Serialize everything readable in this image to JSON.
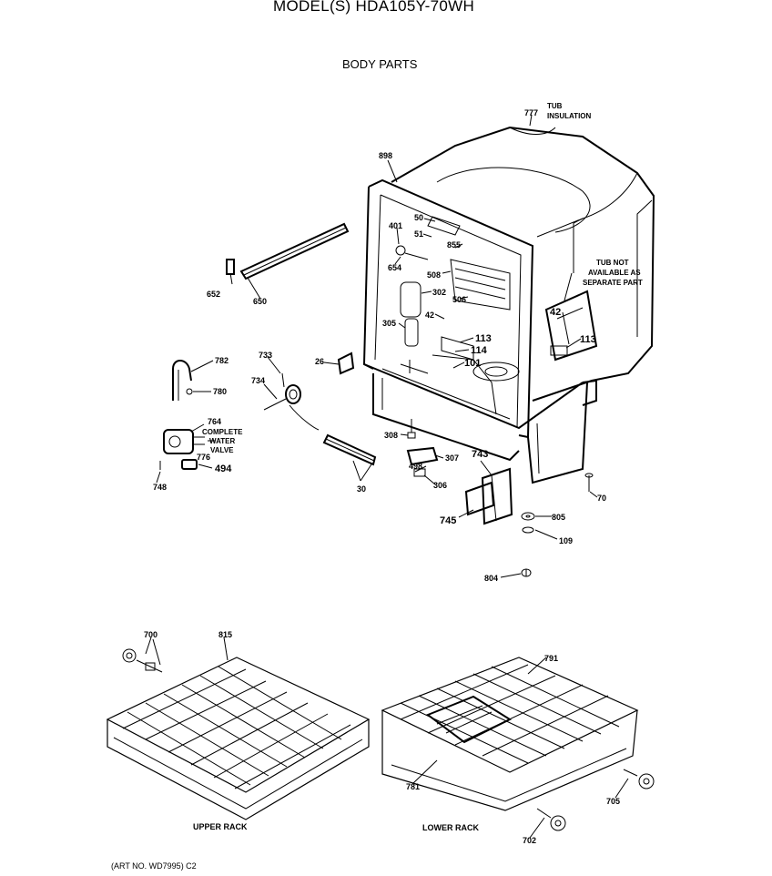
{
  "header": {
    "title": "MODEL(S) HDA105Y-70WH",
    "subtitle": "BODY PARTS"
  },
  "footer": {
    "art_no": "(ART NO. WD7995) C2"
  },
  "callouts": {
    "c777": "777",
    "tub_insulation_1": "TUB",
    "tub_insulation_2": "INSULATION",
    "c898": "898",
    "c50": "50",
    "c51": "51",
    "c401": "401",
    "c855": "855",
    "c654": "654",
    "c508a": "508",
    "c302": "302",
    "c506": "506",
    "c42a": "42",
    "c305": "305",
    "c113a": "113",
    "c114": "114",
    "c101": "101",
    "c42b": "42",
    "c113b": "113",
    "tub_not_1": "TUB NOT",
    "tub_not_2": "AVAILABLE AS",
    "tub_not_3": "SEPARATE PART",
    "c652": "652",
    "c650": "650",
    "c782": "782",
    "c780": "780",
    "c733": "733",
    "c734": "734",
    "c26": "26",
    "c764": "764",
    "cwv_1": "COMPLETE",
    "cwv_2": "WATER",
    "cwv_3": "VALVE",
    "c776": "776",
    "c494": "494",
    "c748": "748",
    "c30": "30",
    "c308": "308",
    "c307": "307",
    "c498": "498",
    "c306": "306",
    "c743": "743",
    "c745": "745",
    "c70": "70",
    "c805": "805",
    "c109": "109",
    "c804": "804",
    "c700": "700",
    "c815": "815",
    "c791": "791",
    "c781": "781",
    "c705": "705",
    "c702": "702",
    "upper_rack": "UPPER RACK",
    "lower_rack": "LOWER RACK"
  }
}
